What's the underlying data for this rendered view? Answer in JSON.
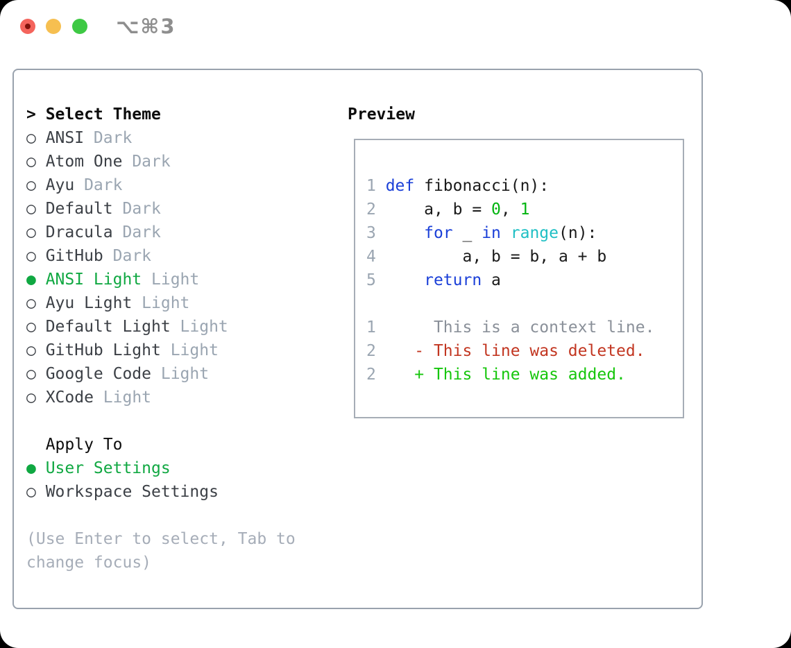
{
  "window": {
    "title": "⌥⌘3"
  },
  "glyphs": {
    "prompt": ">",
    "radio": "○",
    "radio_selected": "●"
  },
  "theme_panel": {
    "header": "Select Theme",
    "items": [
      {
        "label": "ANSI",
        "tag": "Dark",
        "selected": false
      },
      {
        "label": "Atom One",
        "tag": "Dark",
        "selected": false
      },
      {
        "label": "Ayu",
        "tag": "Dark",
        "selected": false
      },
      {
        "label": "Default",
        "tag": "Dark",
        "selected": false
      },
      {
        "label": "Dracula",
        "tag": "Dark",
        "selected": false
      },
      {
        "label": "GitHub",
        "tag": "Dark",
        "selected": false
      },
      {
        "label": "ANSI Light",
        "tag": "Light",
        "selected": true
      },
      {
        "label": "Ayu Light",
        "tag": "Light",
        "selected": false
      },
      {
        "label": "Default Light",
        "tag": "Light",
        "selected": false
      },
      {
        "label": "GitHub Light",
        "tag": "Light",
        "selected": false
      },
      {
        "label": "Google Code",
        "tag": "Light",
        "selected": false
      },
      {
        "label": "XCode",
        "tag": "Light",
        "selected": false
      }
    ],
    "apply_header": "Apply To",
    "apply_options": [
      {
        "label": "User Settings",
        "selected": true
      },
      {
        "label": "Workspace Settings",
        "selected": false
      }
    ],
    "help_lines": [
      "(Use Enter to select, Tab to",
      "change focus)"
    ]
  },
  "preview": {
    "header": "Preview",
    "lines": [
      {
        "tokens": [
          {
            "t": "1 ",
            "c": "ln"
          },
          {
            "t": "def",
            "c": "kw"
          },
          {
            "t": " fibonacci(n):",
            "c": "pl"
          }
        ]
      },
      {
        "tokens": [
          {
            "t": "2 ",
            "c": "ln"
          },
          {
            "t": "    a, b = ",
            "c": "pl"
          },
          {
            "t": "0",
            "c": "lit"
          },
          {
            "t": ", ",
            "c": "pl"
          },
          {
            "t": "1",
            "c": "lit"
          }
        ]
      },
      {
        "tokens": [
          {
            "t": "3 ",
            "c": "ln"
          },
          {
            "t": "    ",
            "c": "pl"
          },
          {
            "t": "for",
            "c": "kw"
          },
          {
            "t": " _ ",
            "c": "pl"
          },
          {
            "t": "in",
            "c": "kw"
          },
          {
            "t": " ",
            "c": "pl"
          },
          {
            "t": "range",
            "c": "fn"
          },
          {
            "t": "(n):",
            "c": "pl"
          }
        ]
      },
      {
        "tokens": [
          {
            "t": "4 ",
            "c": "ln"
          },
          {
            "t": "        a, b = b, a + b",
            "c": "pl"
          }
        ]
      },
      {
        "tokens": [
          {
            "t": "5 ",
            "c": "ln"
          },
          {
            "t": "    ",
            "c": "pl"
          },
          {
            "t": "return",
            "c": "kw"
          },
          {
            "t": " a",
            "c": "pl"
          }
        ]
      },
      {
        "tokens": []
      },
      {
        "tokens": [
          {
            "t": "1 ",
            "c": "ln"
          },
          {
            "t": "     This is a context line.",
            "c": "ctx"
          }
        ]
      },
      {
        "tokens": [
          {
            "t": "2 ",
            "c": "ln"
          },
          {
            "t": "   - This line was deleted.",
            "c": "del"
          }
        ]
      },
      {
        "tokens": [
          {
            "t": "2 ",
            "c": "ln"
          },
          {
            "t": "   + This line was added.",
            "c": "add"
          }
        ]
      }
    ]
  },
  "colors": {
    "outerBg": "#000000",
    "windowBg": "#ffffff",
    "titlebar": "#8e8e8e",
    "trafficRed": "#f4645c",
    "trafficRedDot": "#80120b",
    "trafficYellow": "#f6bf50",
    "trafficGreen": "#3ec944",
    "borderMain": "#99a2ad",
    "borderPreview": "#a6adb6",
    "header": "#0d0d0d",
    "itemtext": "#3c4046",
    "tag": "#9aa5b1",
    "selection": "#10a842",
    "help": "#a6adb8",
    "linenum": "#9aa5b1",
    "keyword": "#1b40d8",
    "builtin": "#1fbfc4",
    "literal": "#00b40f",
    "code": "#1a1a1a",
    "context": "#8a9099",
    "deleted": "#c23621",
    "added": "#16c60c"
  }
}
